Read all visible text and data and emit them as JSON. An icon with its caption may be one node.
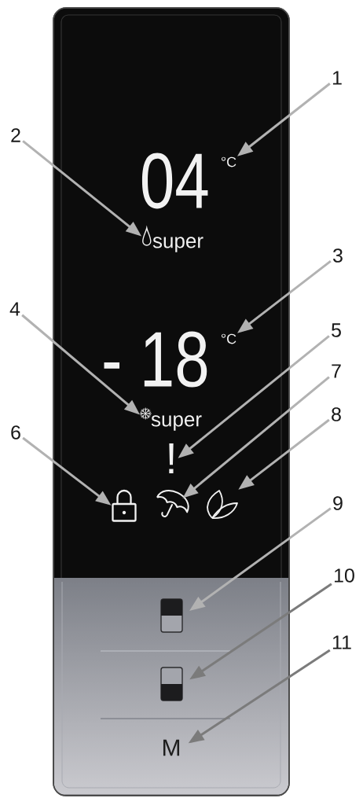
{
  "diagram": {
    "nodes": [
      {
        "text": [],
        "shape": "box"
      },
      {
        "text": [
          "1"
        ]
      },
      {
        "text": [
          "°C"
        ],
        "in": 0
      },
      {
        "text": [
          "2"
        ]
      },
      {
        "text": [
          "super"
        ],
        "in": 0
      },
      {
        "text": [
          "3"
        ]
      },
      {
        "text": [
          "°C"
        ],
        "in": 0
      },
      {
        "text": [
          "4"
        ]
      },
      {
        "text": [
          "super"
        ],
        "in": 0
      },
      {
        "text": [
          "5"
        ]
      },
      {
        "text": [
          "!"
        ],
        "in": 0
      },
      {
        "text": [
          "6"
        ]
      },
      {
        "text": [],
        "shape": "lock",
        "in": 0
      },
      {
        "text": [
          "7"
        ]
      },
      {
        "text": [],
        "shape": "umbrella",
        "in": 0
      },
      {
        "text": [
          "8"
        ]
      },
      {
        "text": [],
        "shape": "leaf",
        "in": 0
      },
      {
        "text": [
          "9"
        ]
      },
      {
        "text": [],
        "shape": "box",
        "in": 0
      },
      {
        "text": [
          "10"
        ]
      },
      {
        "text": [],
        "shape": "box",
        "in": 0
      },
      {
        "text": [
          "11"
        ]
      },
      {
        "text": [
          "M"
        ],
        "in": 0
      }
    ],
    "edges": [
      {
        "from": 1,
        "to": 2,
        "arrow": "to"
      },
      {
        "from": 3,
        "to": 4,
        "arrow": "to"
      },
      {
        "from": 5,
        "to": 6,
        "arrow": "to"
      },
      {
        "from": 7,
        "to": 8,
        "arrow": "to"
      },
      {
        "from": 9,
        "to": 10,
        "arrow": "to"
      },
      {
        "from": 11,
        "to": 12,
        "arrow": "to"
      },
      {
        "from": 13,
        "to": 14,
        "arrow": "to"
      },
      {
        "from": 15,
        "to": 16,
        "arrow": "to"
      },
      {
        "from": 17,
        "to": 18,
        "arrow": "to"
      },
      {
        "from": 19,
        "to": 20,
        "arrow": "to",
        "color": "#7b7b7b"
      },
      {
        "from": 21,
        "to": 22,
        "arrow": "to",
        "color": "#7b7b7b"
      }
    ],
    "labels": [
      "04",
      "- 18"
    ]
  }
}
